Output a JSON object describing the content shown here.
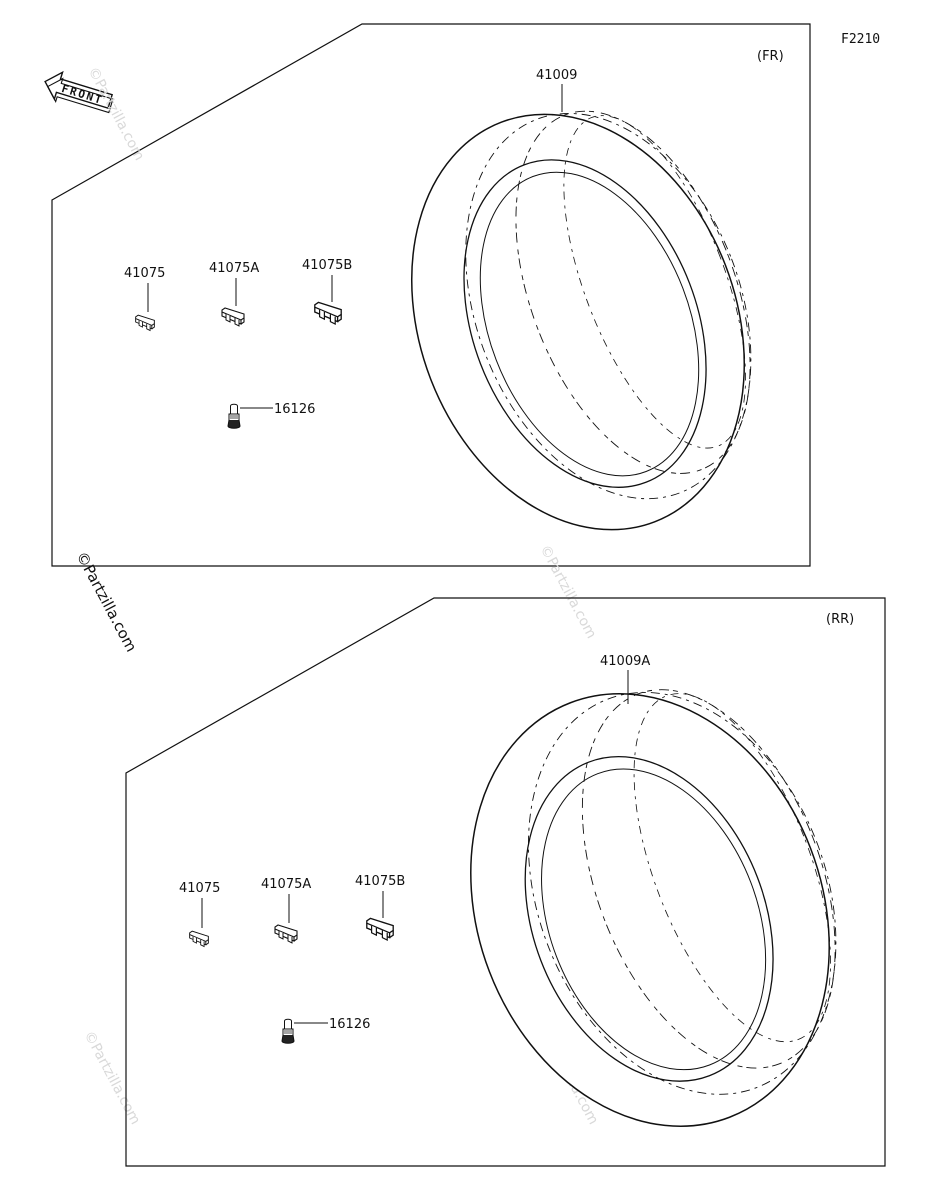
{
  "diagram_code": "F2210",
  "front_label": "FRONT",
  "watermark": "©Partzilla.com",
  "sections": [
    {
      "tag": "(FR)",
      "tire_part": "41009",
      "weights": [
        "41075",
        "41075A",
        "41075B"
      ],
      "valve_part": "16126"
    },
    {
      "tag": "(RR)",
      "tire_part": "41009A",
      "weights": [
        "41075",
        "41075A",
        "41075B"
      ],
      "valve_part": "16126"
    }
  ]
}
